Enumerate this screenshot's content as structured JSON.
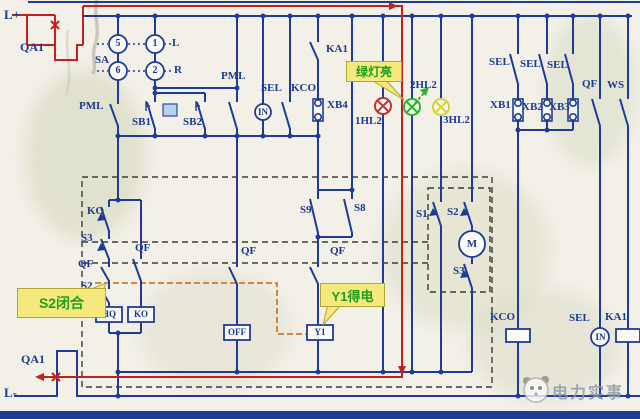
{
  "power": {
    "positive_bus": "L+",
    "negative_bus": "L-",
    "breaker_top": "QA1",
    "breaker_bottom": "QA1"
  },
  "labels": {
    "sa": "SA",
    "t5": "5",
    "t1": "1",
    "t6": "6",
    "t2": "2",
    "pos_l": "L",
    "pos_r": "R",
    "pml_left": "PML",
    "pml_right": "PML",
    "sb1": "SB1",
    "sb2": "SB2",
    "sel_top": "SEL",
    "kco_top": "KCO",
    "in_top": "IN",
    "ka1_top": "KA1",
    "xb4": "XB4",
    "lamp1": "1HL2",
    "lamp2": "2HL2",
    "lamp3": "3HL2",
    "sel1": "SEL",
    "sel2": "SEL",
    "sel3": "SEL",
    "xb1": "XB1",
    "xb2": "XB2",
    "xb3": "XB3",
    "qf_bus": "QF",
    "ws": "WS",
    "ko": "KO",
    "s3_left": "S3",
    "qf_left": "QF",
    "s2_left": "S2",
    "qf_mid": "QF",
    "qf_237": "QF",
    "s9": "S9",
    "s8": "S8",
    "qf_320": "QF",
    "s1": "S1",
    "s2_right": "S2",
    "motor": "M",
    "s3_right": "S3",
    "hq_box": "HQ",
    "ko_box": "KO",
    "off_box": "OFF",
    "y1_box": "Y1",
    "kco_bottom": "KCO",
    "sel_bottom": "SEL",
    "in_bottom": "IN",
    "ka1_bottom": "KA1"
  },
  "callouts": {
    "green_lamp": "绿灯亮",
    "s2_closed": "S2闭合",
    "y1_energized": "Y1得电"
  },
  "watermark": {
    "text": "电力实事"
  },
  "colors": {
    "wire": "#1e3c96",
    "highlight_path": "#c42020",
    "mech_path": "#c97a35",
    "lamp_red": "#c53030",
    "lamp_green": "#2eb32e",
    "lamp_yellow": "#d8d23a",
    "callout_bg": "#f5e97e",
    "callout_text": "#1f9e1f"
  }
}
